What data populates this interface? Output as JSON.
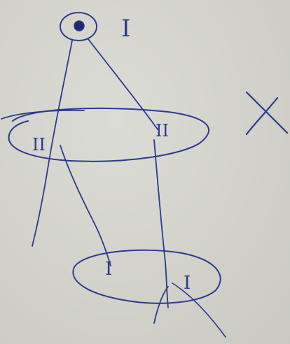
{
  "diagram": {
    "ink_color": "#2c3a8c",
    "paper_color": "#d3d3cc",
    "labels": {
      "top_node": "I",
      "middle_left_node": "II",
      "middle_right_node": "II",
      "bottom_left_node": "I",
      "bottom_right_node": "I",
      "cross_mark": "X"
    }
  }
}
